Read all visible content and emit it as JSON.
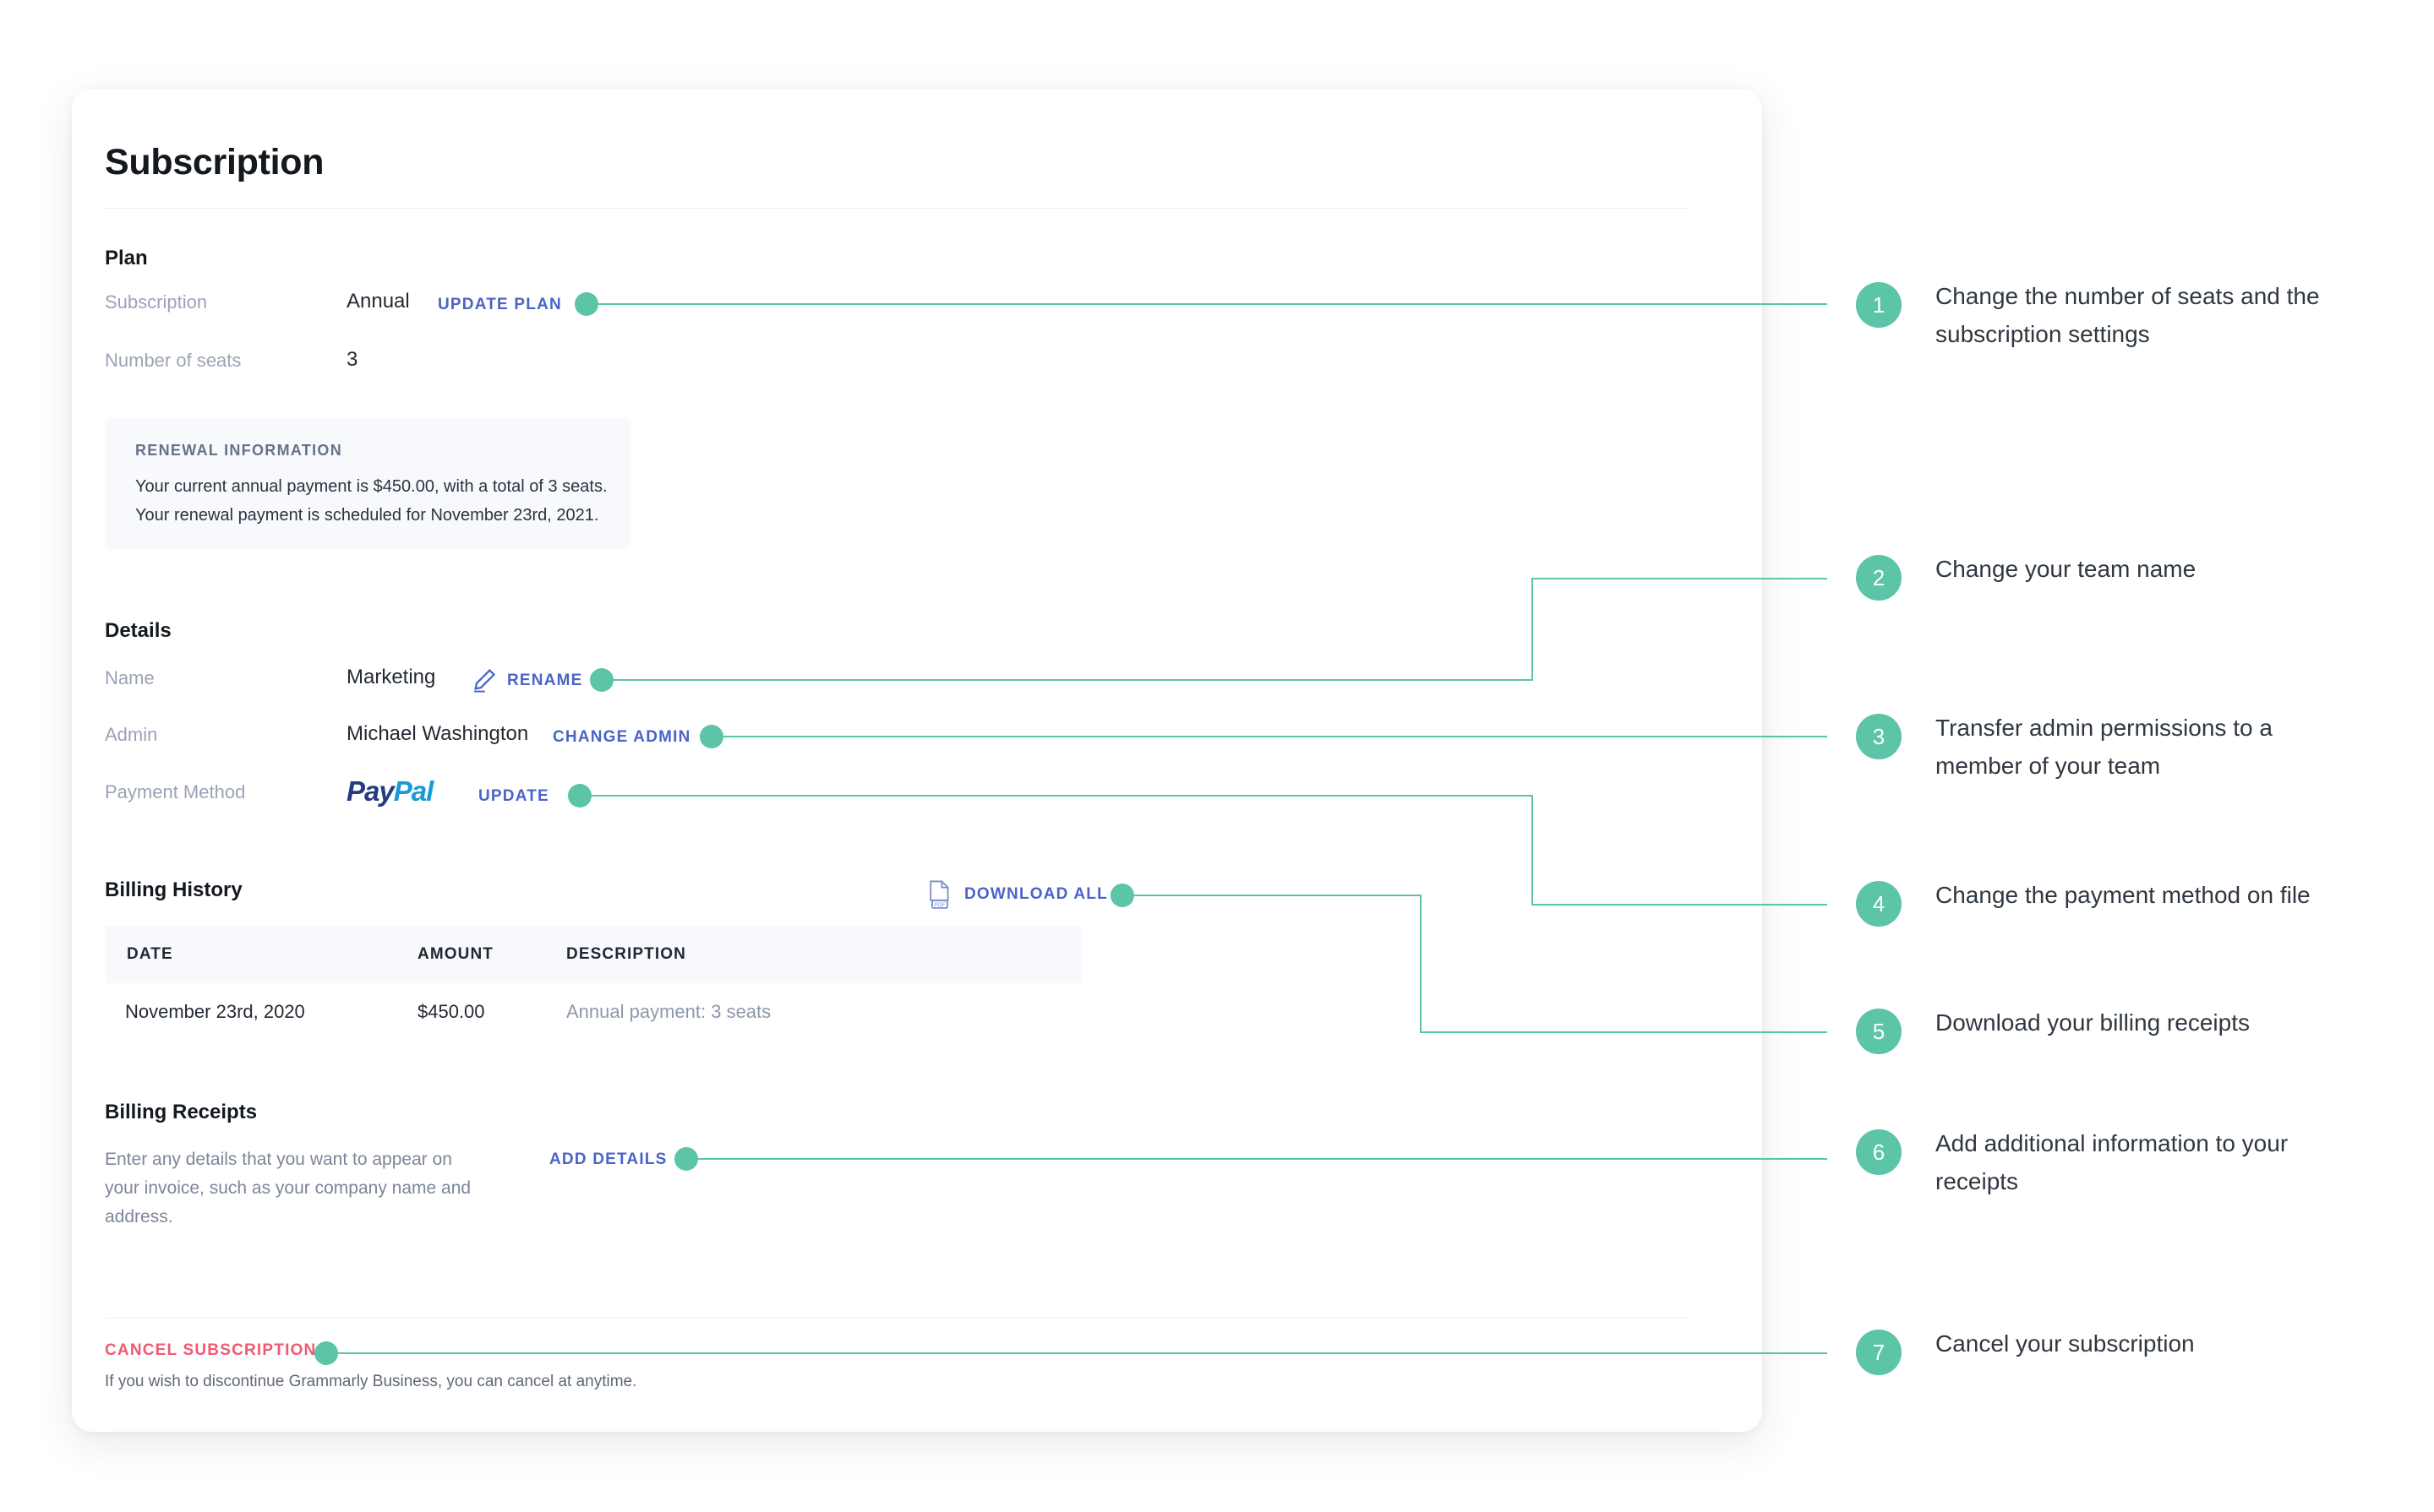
{
  "theme": {
    "accent_teal": "#5cc4a7",
    "link_blue": "#4a63c8",
    "danger_red": "#ef5a72",
    "muted_label": "#9aa3b5",
    "panel_bg": "#f7f9fc",
    "paypal_dark": "#253b80",
    "paypal_light": "#179bd7"
  },
  "card": {
    "title": "Subscription",
    "plan": {
      "heading": "Plan",
      "rows": [
        {
          "label": "Subscription",
          "value": "Annual",
          "action": "UPDATE PLAN"
        },
        {
          "label": "Number of seats",
          "value": "3",
          "action": ""
        }
      ],
      "renewal": {
        "title": "RENEWAL INFORMATION",
        "line1": "Your current annual payment is $450.00, with a total of 3 seats.",
        "line2": "Your renewal payment is scheduled for November 23rd, 2021."
      }
    },
    "details": {
      "heading": "Details",
      "rows": [
        {
          "label": "Name",
          "value": "Marketing",
          "action": "RENAME",
          "icon": "pencil-icon"
        },
        {
          "label": "Admin",
          "value": "Michael Washington",
          "action": "CHANGE ADMIN",
          "icon": ""
        },
        {
          "label": "Payment Method",
          "value": "PayPal",
          "action": "UPDATE",
          "icon": ""
        }
      ],
      "paypal_part_a": "Pay",
      "paypal_part_b": "Pal"
    },
    "billing_history": {
      "heading": "Billing History",
      "download_all": "DOWNLOAD ALL",
      "download_icon": "pdf-file-icon",
      "columns": [
        "DATE",
        "AMOUNT",
        "DESCRIPTION"
      ],
      "rows": [
        {
          "date": "November 23rd, 2020",
          "amount": "$450.00",
          "description": "Annual payment: 3 seats"
        }
      ]
    },
    "billing_receipts": {
      "heading": "Billing Receipts",
      "copy": "Enter any details that you want to appear on your invoice, such as your company name and address.",
      "action": "ADD DETAILS"
    },
    "cancel": {
      "action": "CANCEL SUBSCRIPTION",
      "note": "If you wish to discontinue Grammarly Business, you can cancel at anytime."
    }
  },
  "annotations": [
    {
      "number": "1",
      "text": "Change the number of seats and the subscription settings"
    },
    {
      "number": "2",
      "text": "Change your team name"
    },
    {
      "number": "3",
      "text": "Transfer admin permissions to a member of your team"
    },
    {
      "number": "4",
      "text": "Change the payment method on file"
    },
    {
      "number": "5",
      "text": "Download your billing receipts"
    },
    {
      "number": "6",
      "text": "Add additional information to your receipts"
    },
    {
      "number": "7",
      "text": "Cancel your subscription"
    }
  ]
}
